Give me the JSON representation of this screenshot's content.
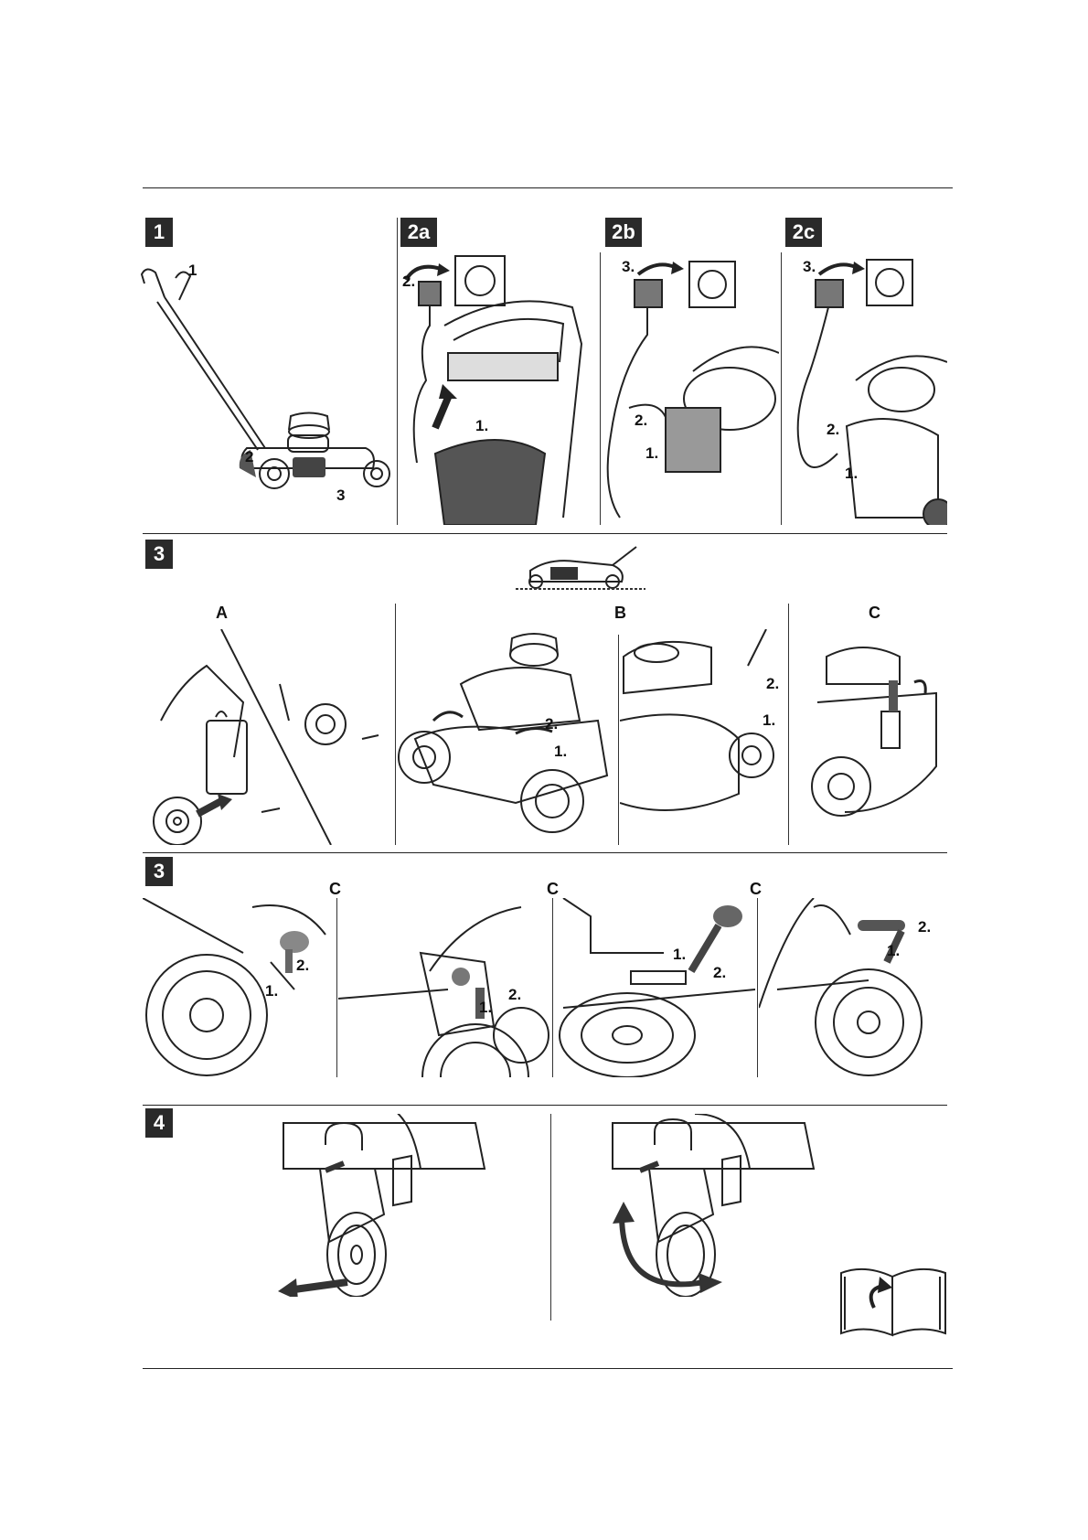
{
  "sections": {
    "s1": "1",
    "s2a": "2a",
    "s2b": "2b",
    "s2c": "2c",
    "s3a": "3",
    "s3b": "3",
    "s4": "4"
  },
  "fig1_callouts": {
    "c1": "1",
    "c2": "2",
    "c3": "3"
  },
  "steps": {
    "2a_step1": "1.",
    "2a_step2": "2.",
    "2b_step1": "1.",
    "2b_step2": "2.",
    "2b_step3": "3.",
    "2c_step1": "1.",
    "2c_step2": "2.",
    "2c_step3": "3."
  },
  "sub_labels": {
    "A": "A",
    "B": "B",
    "C": "C"
  },
  "row3_labels": {
    "c1": "C",
    "c2": "C",
    "c3": "C"
  },
  "sub_steps": {
    "B1_1": "1.",
    "B1_2": "2.",
    "B2_1": "1.",
    "B2_2": "2.",
    "C1_1": "1.",
    "C1_2": "2.",
    "C2_1": "1.",
    "C2_2": "2.",
    "C3_1": "1.",
    "C3_2": "2.",
    "C4_1": "1.",
    "C4_2": "2."
  },
  "icons": [
    "lawnmower-icon",
    "wall-socket-icon",
    "charger-icon",
    "book-page-turn-icon",
    "arrow-icon"
  ]
}
